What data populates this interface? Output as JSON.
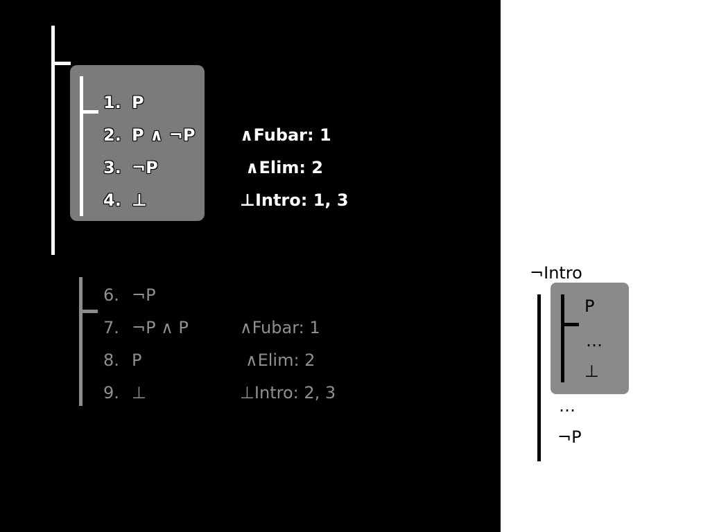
{
  "proof_one": {
    "lines": [
      {
        "num": "1.",
        "formula": "P",
        "justification": ""
      },
      {
        "num": "2.",
        "formula": "P ∧ ¬P",
        "justification": "∧Fubar: 1"
      },
      {
        "num": "3.",
        "formula": "¬P",
        "justification": "∧Elim: 2"
      },
      {
        "num": "4.",
        "formula": "⊥",
        "justification": "⊥Intro: 1, 3"
      }
    ]
  },
  "proof_two": {
    "lines": [
      {
        "num": "6.",
        "formula": "¬P",
        "justification": ""
      },
      {
        "num": "7.",
        "formula": "¬P ∧ P",
        "justification": "∧Fubar: 1"
      },
      {
        "num": "8.",
        "formula": "P",
        "justification": "∧Elim: 2"
      },
      {
        "num": "9.",
        "formula": "⊥",
        "justification": "⊥Intro: 2, 3"
      }
    ]
  },
  "rule_schema": {
    "title": "¬Intro",
    "assumption": "P",
    "inner_ellipsis": "…",
    "contradiction": "⊥",
    "outer_ellipsis": "…",
    "conclusion": "¬P"
  },
  "colors": {
    "background": "#000000",
    "panel": "#ffffff",
    "subproof_box": "#7b7b7b",
    "muted_text": "#8f8f8f"
  }
}
